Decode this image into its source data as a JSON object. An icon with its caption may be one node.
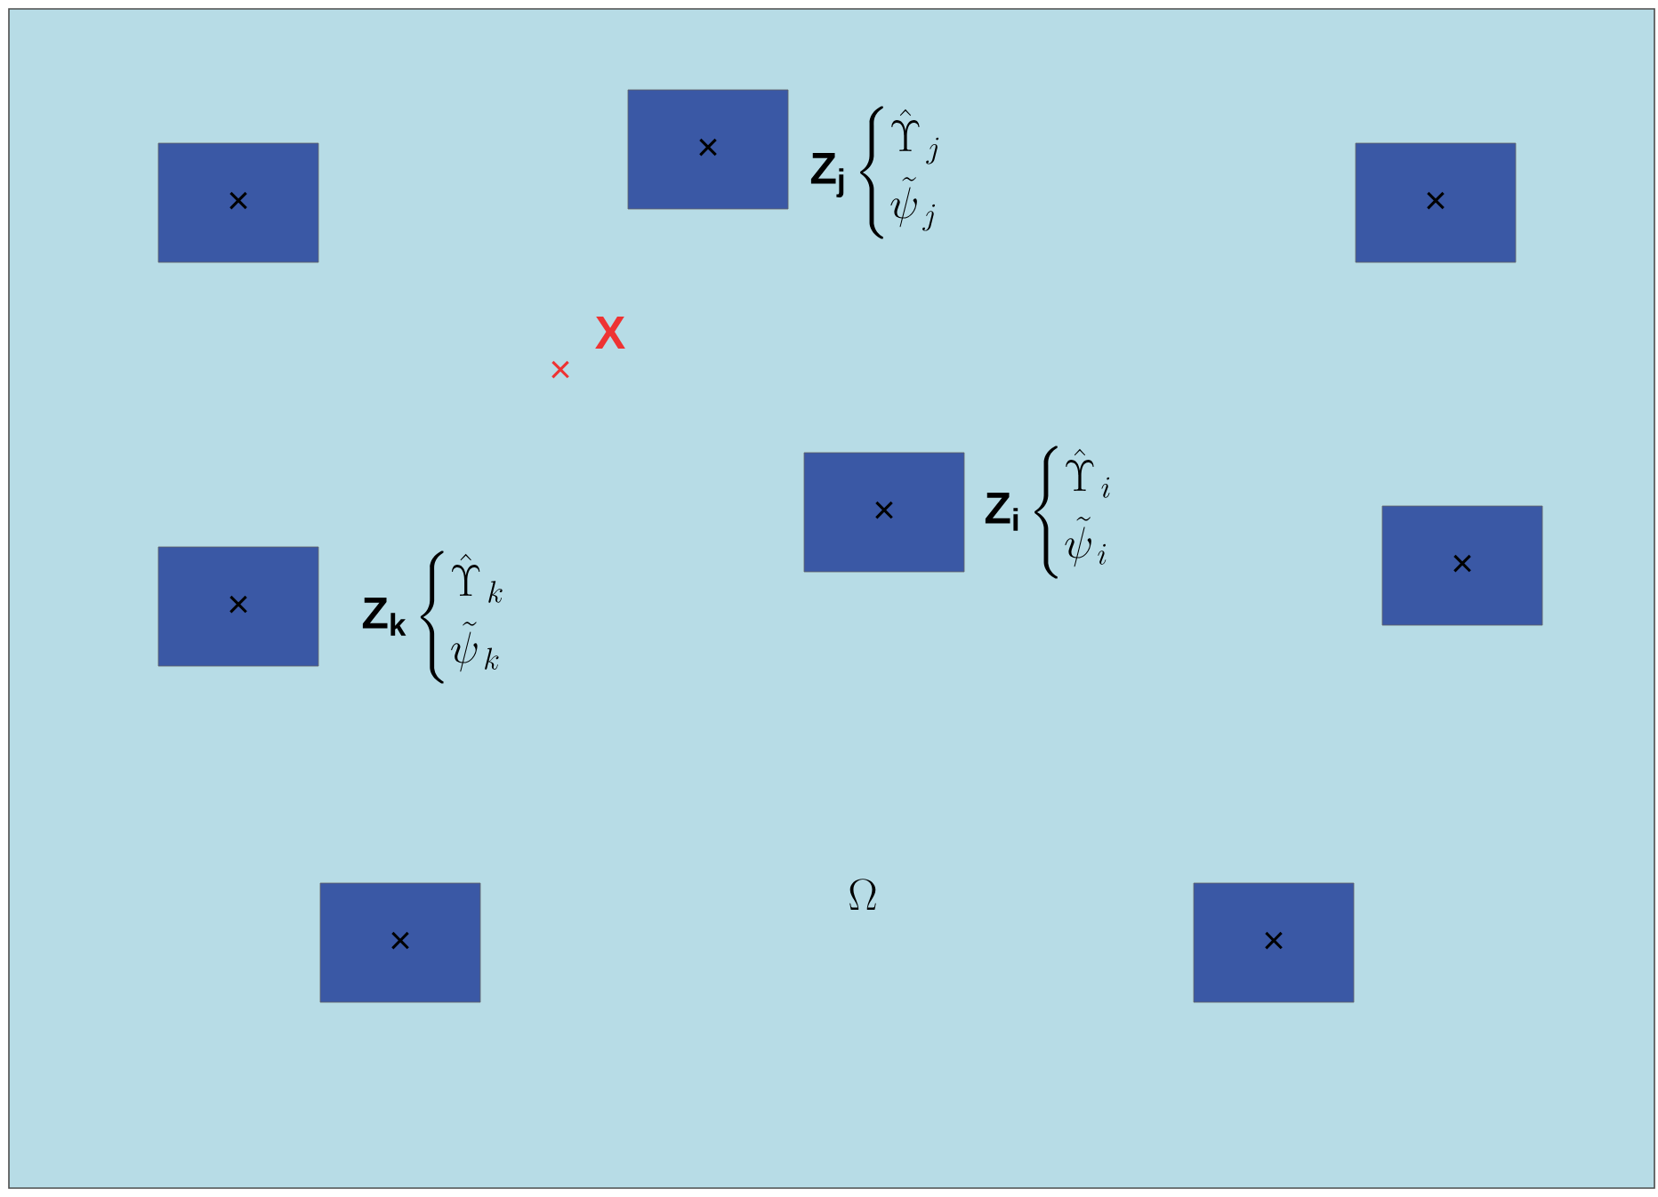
{
  "diagram": {
    "nodes": [
      {
        "text": [
          "×"
        ]
      },
      {
        "text": [
          "×"
        ]
      },
      {
        "text": [
          "×"
        ]
      },
      {
        "text": [
          "×"
        ]
      },
      {
        "text": [
          "×"
        ]
      },
      {
        "text": [
          "×"
        ]
      },
      {
        "text": [
          "×"
        ]
      },
      {
        "text": [
          "×"
        ]
      }
    ],
    "labels": [
      "\\mathbf{Z}_{\\mathbf{j}}\\begin{cases}\\hat{\\Upsilon}_{\\,j}\\\\[4pt] \\tilde{\\psi}_{\\,j}\\end{cases}",
      "×",
      "X",
      "\\mathbf{Z}_{\\mathbf{i}}\\begin{cases}\\hat{\\Upsilon}_{\\,i}\\\\[4pt] \\tilde{\\psi}_{\\,i}\\end{cases}",
      "\\mathbf{Z}_{\\mathbf{k}}\\begin{cases}\\hat{\\Upsilon}_{\\,k}\\\\[4pt] \\tilde{\\psi}_{\\,k}\\end{cases}",
      "\\Omega"
    ]
  }
}
